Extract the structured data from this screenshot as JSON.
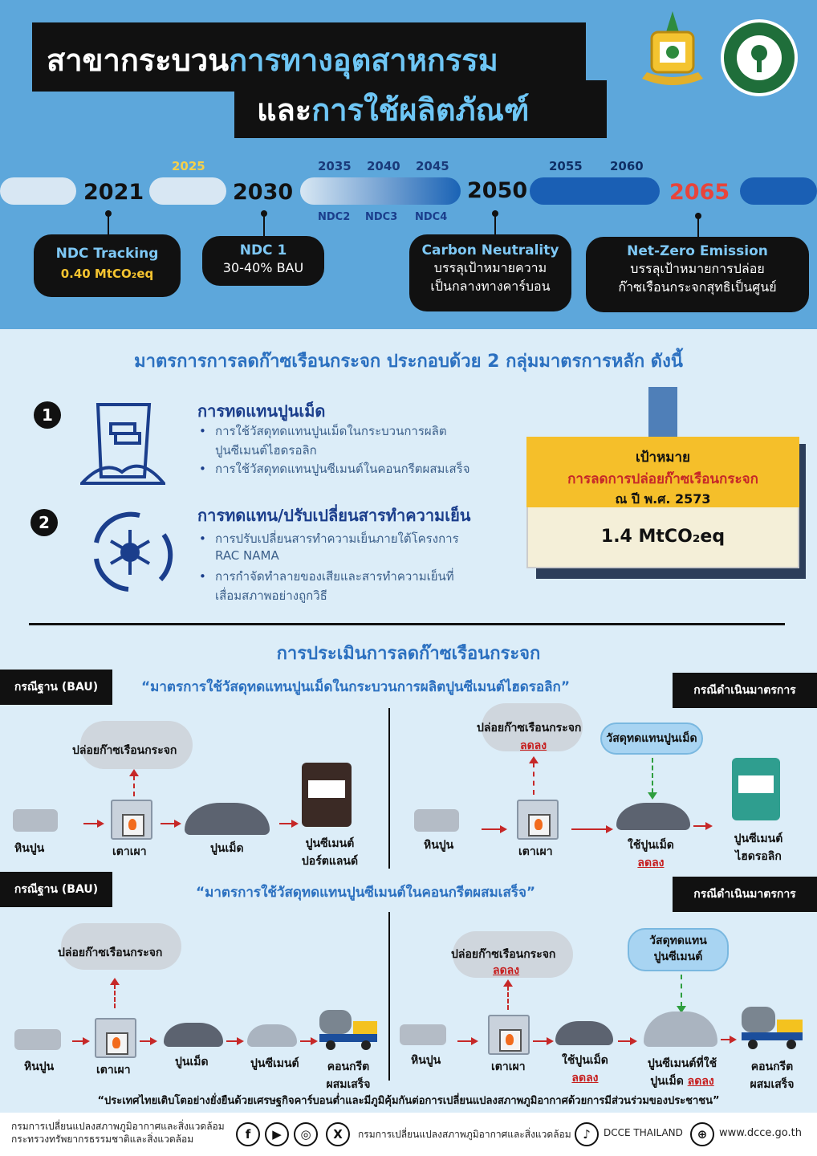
{
  "header": {
    "title_line1_a": "สาขากระบวน",
    "title_line1_b": "การทางอุตสาหกรรม",
    "title_line2_a": "และ",
    "title_line2_b": "การใช้ผลิตภัณฑ์"
  },
  "timeline": {
    "years": {
      "y2021": "2021",
      "y2025": "2025",
      "y2030": "2030",
      "y2035": "2035",
      "y2040": "2040",
      "y2045": "2045",
      "y2050": "2050",
      "y2055": "2055",
      "y2060": "2060",
      "y2065": "2065"
    },
    "ndc_labels": [
      "NDC2",
      "NDC3",
      "NDC4"
    ],
    "milestones": [
      {
        "title": "NDC Tracking",
        "text": "0.40 MtCO₂eq"
      },
      {
        "title": "NDC 1",
        "text": "30-40% BAU"
      },
      {
        "title": "Carbon Neutrality",
        "text1": "บรรลุเป้าหมายความ",
        "text2": "เป็นกลางทางคาร์บอน"
      },
      {
        "title": "Net-Zero Emission",
        "text1": "บรรลุเป้าหมายการปล่อย",
        "text2": "ก๊าซเรือนกระจกสุทธิเป็นศูนย์"
      }
    ]
  },
  "measures": {
    "heading": "มาตรการการลดก๊าซเรือนกระจก ประกอบด้วย 2 กลุ่มมาตรการหลัก  ดังนี้",
    "items": [
      {
        "num": "1",
        "title": "การทดแทนปูนเม็ด",
        "b1a": "การใช้วัสดุทดแทนปูนเม็ดในกระบวนการผลิต",
        "b1b": "ปูนซีเมนต์ไฮดรอลิก",
        "b2": "การใช้วัสดุทดแทนปูนซีเมนต์ในคอนกรีตผสมเสร็จ"
      },
      {
        "num": "2",
        "title": "การทดแทน/ปรับเปลี่ยนสารทำความเย็น",
        "b1a": "การปรับเปลี่ยนสารทำความเย็นภายใต้โครงการ",
        "b1b": "RAC NAMA",
        "b2a": "การกำจัดทำลายของเสียและสารทำความเย็นที่",
        "b2b": "เสื่อมสภาพอย่างถูกวิธี"
      }
    ],
    "target": {
      "label": "เป้าหมาย",
      "line2": "การลดการปล่อยก๊าซเรือนกระจก",
      "line3": "ณ ปี พ.ศ. 2573",
      "value": "1.4 MtCO₂eq"
    }
  },
  "assessment": {
    "heading": "การประเมินการลดก๊าซเรือนกระจก",
    "bau": "กรณีฐาน (BAU)",
    "action": "กรณีดำเนินมาตรการ",
    "quote1": "“มาตรการใช้วัสดุทดแทนปูนเม็ดในกระบวนการผลิตปูนซีเมนต์ไฮดรอลิก”",
    "quote2": "“มาตรการใช้วัสดุทดแทนปูนซีเมนต์ในคอนกรีตผสมเสร็จ”",
    "emit": "ปล่อยก๊าซเรือนกระจก",
    "reduce": "ลดลง",
    "limestone": "หินปูน",
    "kiln": "เตาเผา",
    "clinker": "ปูนเม็ด",
    "use_clinker": "ใช้ปูนเม็ด",
    "portland1": "ปูนซีเมนต์",
    "portland2": "ปอร์ตแลนด์",
    "hydraulic1": "ปูนซีเมนต์",
    "hydraulic2": "ไฮดรอลิก",
    "sub_clinker": "วัสดุทดแทนปูนเม็ด",
    "cement": "ปูนซีเมนต์",
    "sub_cement1": "วัสดุทดแทน",
    "sub_cement2": "ปูนซีเมนต์",
    "cement_using1": "ปูนซีเมนต์ที่ใช้",
    "cement_using2": "ปูนเม็ด",
    "concrete1": "คอนกรีต",
    "concrete2": "ผสมเสร็จ"
  },
  "slogan": "“ประเทศไทยเติบโตอย่างยั่งยืนด้วยเศรษฐกิจคาร์บอนต่ำและมีภูมิคุ้มกันต่อการเปลี่ยนแปลงสภาพภูมิอากาศด้วยการมีส่วนร่วมของประชาชน”",
  "footer": {
    "org1": "กรมการเปลี่ยนแปลงสภาพภูมิอากาศและสิ่งแวดล้อม",
    "org2": "กระทรวงทรัพยากรธรรมชาติและสิ่งแวดล้อม",
    "social_name": "กรมการเปลี่ยนแปลงสภาพภูมิอากาศและสิ่งแวดล้อม",
    "tiktok": "DCCE  THAILAND",
    "web": "www.dcce.go.th",
    "icons": {
      "fb": "f",
      "yt": "▶",
      "ig": "◎",
      "x": "X",
      "tt": "♪",
      "www": "⊕"
    }
  }
}
